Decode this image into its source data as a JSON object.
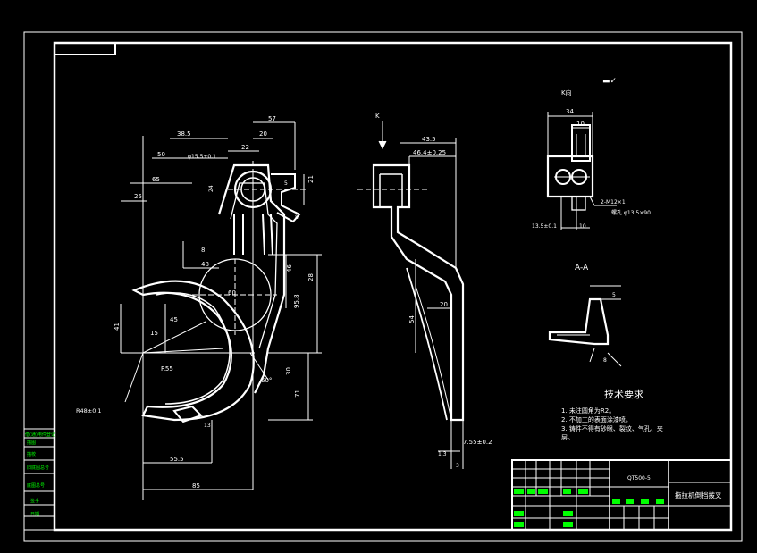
{
  "drawing": {
    "view_label_k": "K向",
    "section_label": "A-A",
    "arrow_label": "K",
    "roughness_mark": "▬✓"
  },
  "dims": {
    "front": {
      "d57": "57",
      "d38_5": "38.5",
      "d20": "20",
      "d50": "50",
      "d22": "22",
      "d65": "65",
      "d25": "25",
      "d15_hole": "φ15.5+0.1",
      "d21": "21",
      "d8": "8",
      "d48": "48",
      "d46": "46",
      "d28": "28",
      "d41": "41",
      "d15": "15",
      "dR55": "R55",
      "d45": "45",
      "d30": "30",
      "d71": "71",
      "d60deg": "60°",
      "d55_5": "55.5",
      "d85": "85",
      "d48_tol": "R48±0.1",
      "d95": "95.8",
      "d60": "60",
      "d24": "24",
      "d8b": "8",
      "d5": "5",
      "d13": "13"
    },
    "side": {
      "d43_5": "43.5",
      "d46_4": "46.4±0.25",
      "d20": "20",
      "d54": "54",
      "d7_55": "7.55±0.2",
      "d1_3": "1.3",
      "d3": "3"
    },
    "kview": {
      "d34": "34",
      "d10": "10",
      "d2m": "2-M12×1",
      "d_thread": "螺孔 φ13.5×90",
      "d13_5": "13.5±0.1",
      "d10b": "10"
    },
    "section": {
      "d5": "5",
      "d8": "8"
    }
  },
  "tech": {
    "title": "技术要求",
    "items": [
      "1. 未注圆角为R2。",
      "2. 不加工的表面涂漆喷。",
      "3. 铸件不得有砂眼、裂纹、气孔、夹",
      "层。"
    ]
  },
  "title_block": {
    "material": "QT500-5",
    "part_name": "拖拉机倒挡拨叉",
    "cells": [
      "标记",
      "处数",
      "分区",
      "更改文件号",
      "签名",
      "年月日",
      "设计",
      "标准化",
      "审核",
      "工艺",
      "批准",
      "阶段标记",
      "重量",
      "比例",
      "共 张",
      "第 张"
    ]
  },
  "side_stamp": {
    "items": [
      "借(通)用件登记",
      "描图",
      "描校",
      "旧底图总号",
      "底图总号",
      "签字",
      "日期"
    ]
  }
}
